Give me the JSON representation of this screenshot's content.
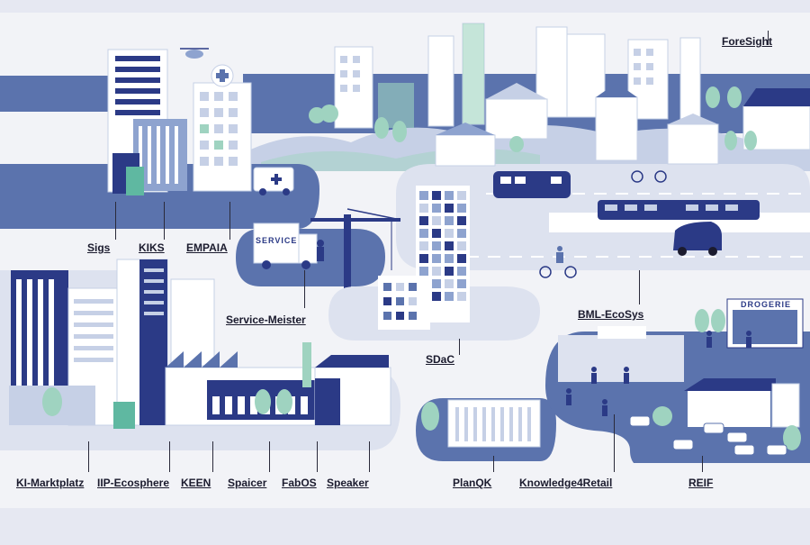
{
  "labels": {
    "foresight": "ForeSight",
    "sigs": "Sigs",
    "kiks": "KIKS",
    "empaia": "EMPAIA",
    "service_meister": "Service-Meister",
    "sdac": "SDaC",
    "bml_ecosys": "BML-EcoSys",
    "ki_marktplatz": "KI-Marktplatz",
    "iip_ecosphere": "IIP-Ecosphere",
    "keen": "KEEN",
    "spaicer": "Spaicer",
    "fabos": "FabOS",
    "speaker": "Speaker",
    "planqk": "PlanQK",
    "knowledge4retail": "Knowledge4Retail",
    "reif": "REIF"
  },
  "signs": {
    "service_truck": "SERVICE",
    "drogerie": "DROGERIE"
  },
  "colors": {
    "navy": "#2b3a86",
    "mid_blue": "#5b73ad",
    "light_blue": "#c6d0e6",
    "pale": "#dde2ef",
    "mint": "#9fd3c0",
    "road": "#eeeff5"
  }
}
